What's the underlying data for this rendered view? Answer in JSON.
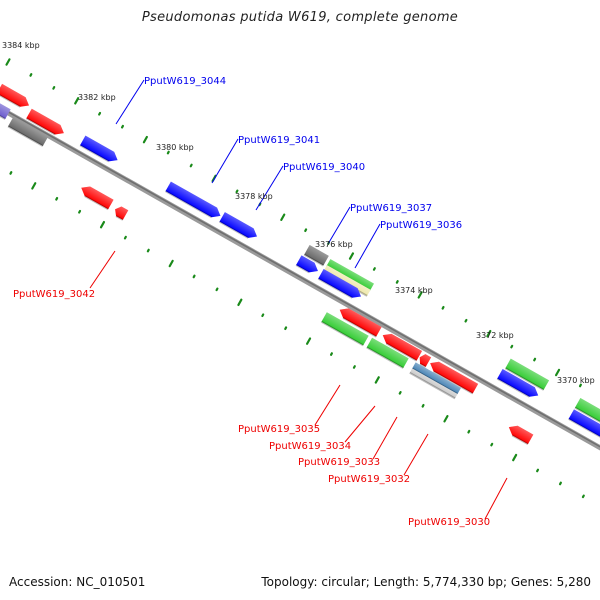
{
  "title": "Pseudomonas putida W619, complete genome",
  "footer": {
    "accession": "Accession: NC_010501",
    "summary": "Topology: circular; Length: 5,774,330 bp; Genes: 5,280"
  },
  "colors": {
    "backbone": "#808080",
    "tick": "#1a8a1a",
    "forward_label": "#0000ee",
    "reverse_label": "#ee0000",
    "red": "#ff0000",
    "blue": "#0000ff",
    "green": "#33cc33",
    "gray": "#666666",
    "purple": "#6a5acd",
    "steel": "#4682b4",
    "tan": "#eee8aa",
    "lightgray": "#c8c8c8"
  },
  "kbp_labels": [
    {
      "text": "3384 kbp"
    },
    {
      "text": "3382 kbp"
    },
    {
      "text": "3380 kbp"
    },
    {
      "text": "3378 kbp"
    },
    {
      "text": "3376 kbp"
    },
    {
      "text": "3374 kbp"
    },
    {
      "text": "3372 kbp"
    },
    {
      "text": "3370 kbp"
    }
  ],
  "gene_labels": {
    "forward": [
      {
        "text": "PputW619_3044"
      },
      {
        "text": "PputW619_3041"
      },
      {
        "text": "PputW619_3040"
      },
      {
        "text": "PputW619_3037"
      },
      {
        "text": "PputW619_3036"
      }
    ],
    "reverse": [
      {
        "text": "PputW619_3042"
      },
      {
        "text": "PputW619_3035"
      },
      {
        "text": "PputW619_3034"
      },
      {
        "text": "PputW619_3033"
      },
      {
        "text": "PputW619_3032"
      },
      {
        "text": "PputW619_3030"
      }
    ]
  }
}
